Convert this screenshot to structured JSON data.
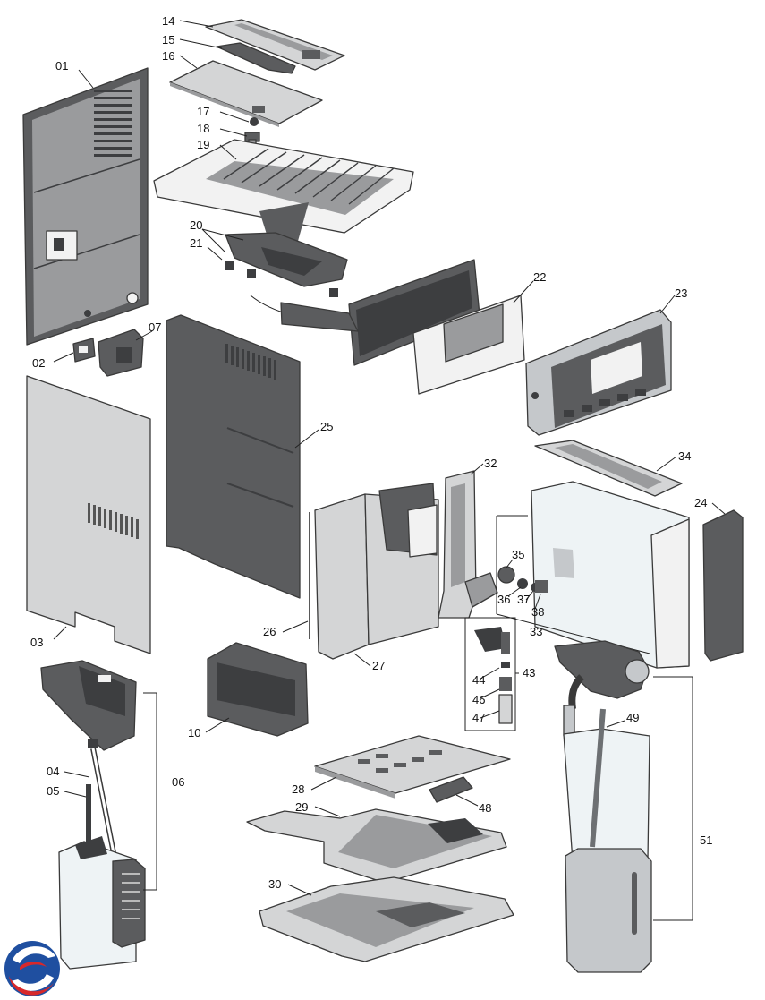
{
  "labels": {
    "l01": "01",
    "l02": "02",
    "l03": "03",
    "l04": "04",
    "l05": "05",
    "l06": "06",
    "l07": "07",
    "l10": "10",
    "l14": "14",
    "l15": "15",
    "l16": "16",
    "l17": "17",
    "l18": "18",
    "l19": "19",
    "l20": "20",
    "l21": "21",
    "l22": "22",
    "l23": "23",
    "l24": "24",
    "l25": "25",
    "l26": "26",
    "l27": "27",
    "l28": "28",
    "l29": "29",
    "l30": "30",
    "l32": "32",
    "l33": "33",
    "l34": "34",
    "l35": "35",
    "l36": "36",
    "l37": "37",
    "l38": "38",
    "l43": "43",
    "l44": "44",
    "l46": "46",
    "l47": "47",
    "l48": "48",
    "l49": "49",
    "l51": "51"
  },
  "colors": {
    "light_plastic": "#d4d5d6",
    "mid_grey": "#9a9b9d",
    "dark_grey": "#5b5c5e",
    "logo_blue": "#1f4fa0",
    "logo_red": "#d8282a"
  }
}
